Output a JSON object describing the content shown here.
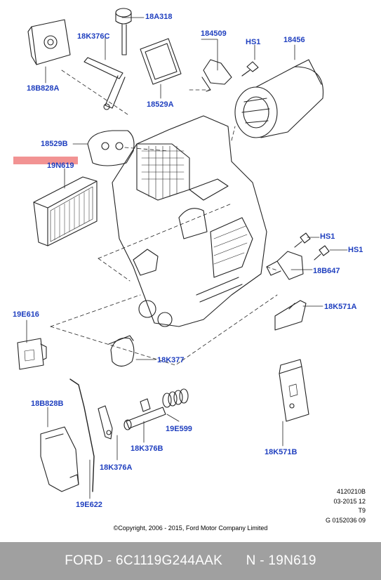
{
  "callouts": [
    {
      "id": "18a318",
      "text": "18A318"
    },
    {
      "id": "18k376c",
      "text": "18K376C"
    },
    {
      "id": "184509",
      "text": "184509"
    },
    {
      "id": "hs1-top",
      "text": "HS1"
    },
    {
      "id": "18456",
      "text": "18456"
    },
    {
      "id": "18b828a",
      "text": "18B828A"
    },
    {
      "id": "18529a",
      "text": "18529A"
    },
    {
      "id": "18529b",
      "text": "18529B"
    },
    {
      "id": "19n619",
      "text": "19N619"
    },
    {
      "id": "hs1-mid1",
      "text": "HS1"
    },
    {
      "id": "hs1-mid2",
      "text": "HS1"
    },
    {
      "id": "18b647",
      "text": "18B647"
    },
    {
      "id": "18k571a",
      "text": "18K571A"
    },
    {
      "id": "19e616",
      "text": "19E616"
    },
    {
      "id": "18k377",
      "text": "18K377"
    },
    {
      "id": "18b828b",
      "text": "18B828B"
    },
    {
      "id": "19e599",
      "text": "19E599"
    },
    {
      "id": "18k376b",
      "text": "18K376B"
    },
    {
      "id": "18k376a",
      "text": "18K376A"
    },
    {
      "id": "18k571b",
      "text": "18K571B"
    },
    {
      "id": "19e622",
      "text": "19E622"
    }
  ],
  "meta": {
    "line1": "4120210B",
    "line2": "03-2015 12",
    "line3": "T9",
    "line4": "G 0152036 09"
  },
  "copyright": "©Copyright, 2006 - 2015, Ford Motor Company Limited",
  "footer": {
    "brand_part": "FORD - 6C1119G244AAK",
    "n_part": "N - 19N619"
  },
  "colors": {
    "callout": "#1f3fbf",
    "highlight": "#f08080",
    "footer_bg": "#a0a0a0",
    "footer_text": "#ffffff"
  }
}
